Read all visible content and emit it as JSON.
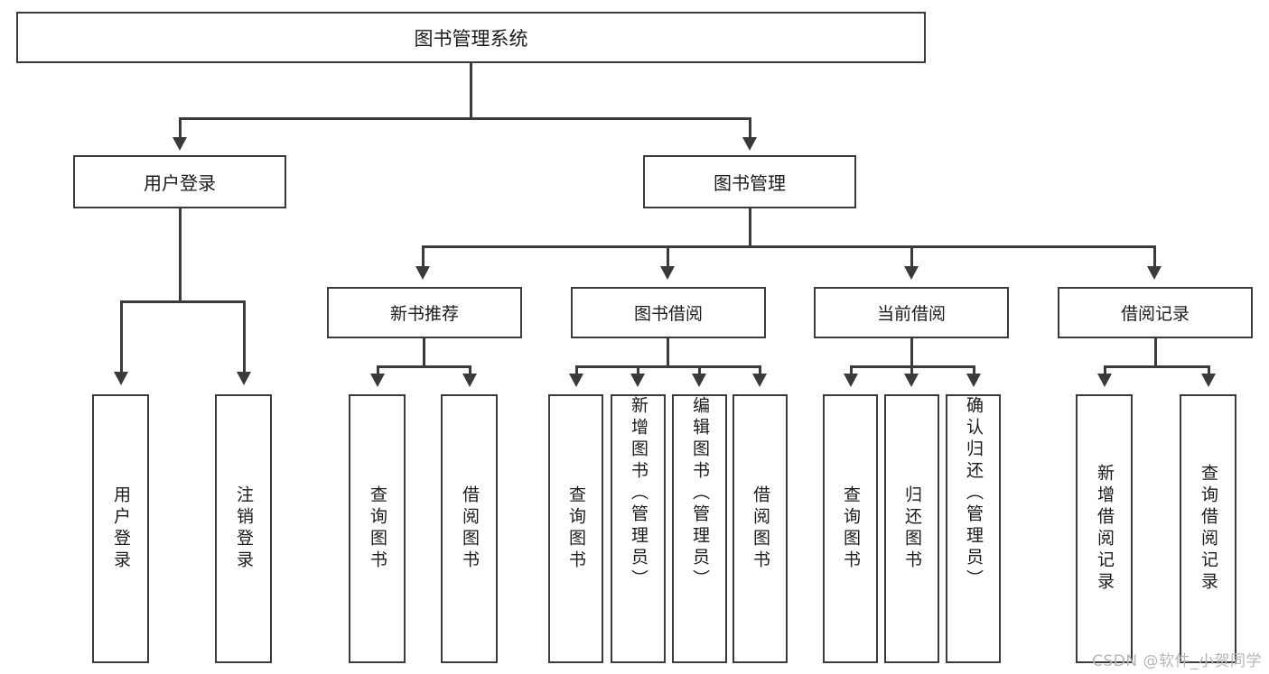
{
  "diagram": {
    "title": "图书管理系统",
    "type": "hierarchy-tree",
    "root": {
      "label": "图书管理系统"
    },
    "level2": [
      {
        "label": "用户登录"
      },
      {
        "label": "图书管理"
      }
    ],
    "level3": [
      {
        "label": "新书推荐"
      },
      {
        "label": "图书借阅"
      },
      {
        "label": "当前借阅"
      },
      {
        "label": "借阅记录"
      }
    ],
    "leaves": {
      "user_login": [
        {
          "label": "用户登录"
        },
        {
          "label": "注销登录"
        }
      ],
      "new_book_recommend": [
        {
          "label": "查询图书"
        },
        {
          "label": "借阅图书"
        }
      ],
      "book_borrow": [
        {
          "label": "查询图书"
        },
        {
          "label": "新增图书（管理员）"
        },
        {
          "label": "编辑图书（管理员）"
        },
        {
          "label": "借阅图书"
        }
      ],
      "current_borrow": [
        {
          "label": "查询图书"
        },
        {
          "label": "归还图书"
        },
        {
          "label": "确认归还（管理员）"
        }
      ],
      "borrow_record": [
        {
          "label": "新增借阅记录"
        },
        {
          "label": "查询借阅记录"
        }
      ]
    }
  },
  "watermark": {
    "text": "CSDN @软件_小贺同学"
  },
  "colors": {
    "stroke": "#3a3a3a",
    "text": "#1b1b1b",
    "background": "#ffffff",
    "watermark": "#b6b6b6"
  }
}
